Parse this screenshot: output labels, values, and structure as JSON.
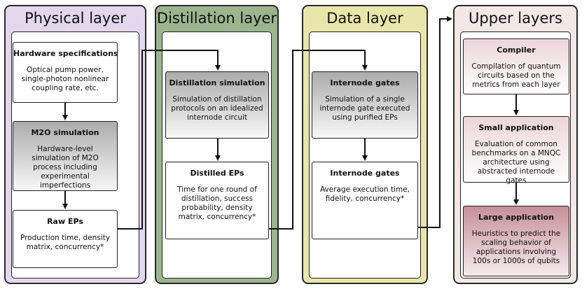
{
  "colors": {
    "physical_layer_bg": "#e3d7ee",
    "distillation_layer_bg": "#9db58f",
    "data_layer_bg": "#e9e6ab",
    "upper_layers_bg": "#f3e8e6",
    "gray_gradient_top": "#acacac",
    "pink_gradient_top": "#ebd6d8",
    "rose_gradient_top": "#c58f98"
  },
  "layers": {
    "physical": {
      "title": "Physical layer",
      "boxes": [
        {
          "title": "Hardware specifications",
          "body": "Optical pump power, single-photon nonlinear coupling rate, etc."
        },
        {
          "title": "M2O simulation",
          "body": "Hardware-level simulation of M2O process including experimental imperfections"
        },
        {
          "title": "Raw EPs",
          "body": "Production time, density matrix, concurrency*"
        }
      ]
    },
    "distillation": {
      "title": "Distillation layer",
      "boxes": [
        {
          "title": "Distillation simulation",
          "body": "Simulation of distillation protocols on an idealized internode circuit"
        },
        {
          "title": "Distilled EPs",
          "body": "Time for one round of distillation, success probability, density matrix, concurrency*"
        }
      ]
    },
    "data": {
      "title": "Data layer",
      "boxes": [
        {
          "title": "Internode gates",
          "body": "Simulation of a single internode gate executed using purified EPs"
        },
        {
          "title": "Internode gates",
          "body": "Average execution time, fidelity, concurrency*"
        }
      ]
    },
    "upper": {
      "title": "Upper layers",
      "boxes": [
        {
          "title": "Compiler",
          "body": "Compilation of quantum circuits based on the metrics from each layer"
        },
        {
          "title": "Small application",
          "body": "Evaluation of common benchmarks on a MNQC architecture using abstracted internode gates"
        },
        {
          "title": "Large application",
          "body": "Heuristics to predict the scaling behavior of applications involving 100s or 1000s of qubits"
        }
      ]
    }
  }
}
